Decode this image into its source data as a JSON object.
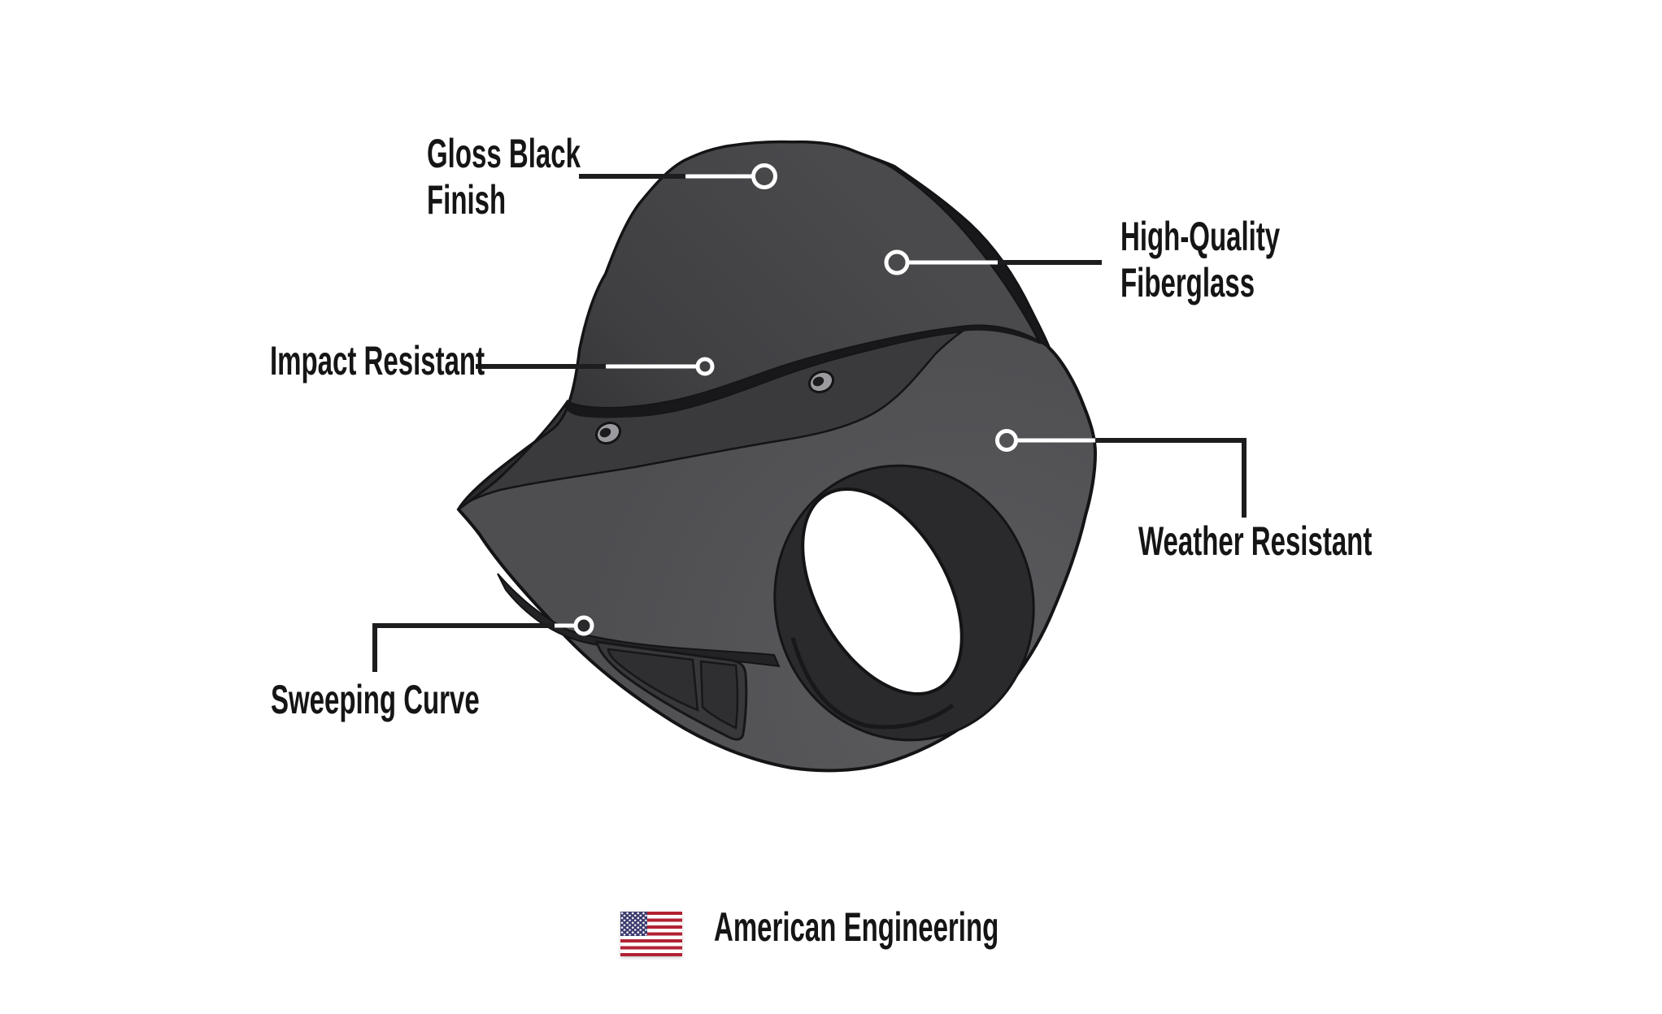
{
  "diagram": {
    "illustration": "motorcycle-headlight-fairing",
    "features": [
      {
        "id": "gloss-black-finish",
        "lines": [
          "Gloss Black",
          "Finish"
        ]
      },
      {
        "id": "high-quality-fiberglass",
        "lines": [
          "High-Quality",
          "Fiberglass"
        ]
      },
      {
        "id": "impact-resistant",
        "lines": [
          "Impact Resistant"
        ]
      },
      {
        "id": "weather-resistant",
        "lines": [
          "Weather Resistant"
        ]
      },
      {
        "id": "sweeping-curve",
        "lines": [
          "Sweeping Curve"
        ]
      }
    ],
    "footer": {
      "label": "American Engineering",
      "flag_icon": "us-flag-icon"
    },
    "colors": {
      "background": "#ffffff",
      "label_text": "#151515",
      "leader_dark": "#1d1d1f",
      "leader_light": "#ffffff",
      "outline": "#141416",
      "fairing_body": "#4e4e51",
      "windshield": "#3f3f42",
      "headlight_ring": "#2a2a2d",
      "flag_red": "#b22234",
      "flag_blue": "#3c3b6e"
    }
  }
}
